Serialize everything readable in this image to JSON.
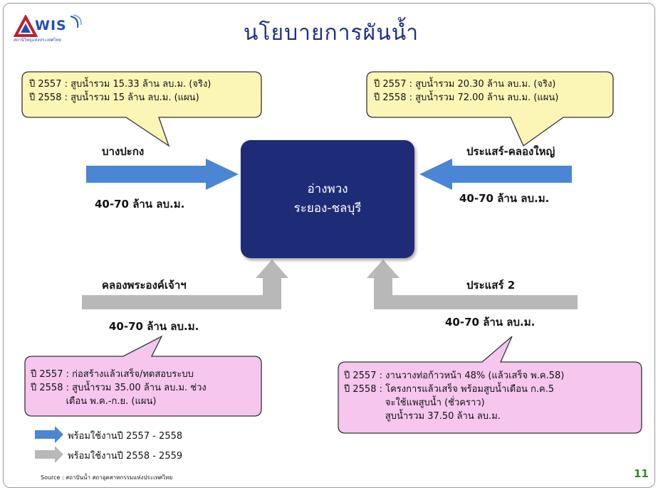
{
  "title": "นโยบายการผันน้ำ",
  "logo": {
    "text": "WIS",
    "subtitle": "สถานีวิทยุแห่งประเทศไทย"
  },
  "center": {
    "line1": "อ่างพวง",
    "line2": "ระยอง-ชลบุรี"
  },
  "sources": [
    {
      "name": "บางปะกง",
      "volume": "40-70 ล้าน ลบ.ม.",
      "status": "blue"
    },
    {
      "name": "ประแสร์-คลองใหญ่",
      "volume": "40-70 ล้าน ลบ.ม.",
      "status": "blue"
    },
    {
      "name": "คลองพระองค์เจ้าฯ",
      "volume": "40-70 ล้าน ลบ.ม.",
      "status": "gray"
    },
    {
      "name": "ประแสร์ 2",
      "volume": "40-70 ล้าน ลบ.ม.",
      "status": "gray"
    }
  ],
  "callouts": {
    "top_left": [
      "ปี 2557 : สูบน้ำรวม 15.33 ล้าน ลบ.ม. (จริง)",
      "ปี 2558 : สูบน้ำรวม 15 ล้าน ลบ.ม. (แผน)"
    ],
    "top_right": [
      "ปี 2557 : สูบน้ำรวม 20.30 ล้าน ลบ.ม. (จริง)",
      "ปี 2558 : สูบน้ำรวม 72.00 ล้าน ลบ.ม. (แผน)"
    ],
    "bottom_left": [
      "ปี 2557 : ก่อสร้างแล้วเสร็จ/ทดสอบระบบ",
      "ปี 2558 : สูบน้ำรวม 35.00 ล้าน ลบ.ม. ช่วง",
      "            เดือน พ.ค.-ก.ย. (แผน)"
    ],
    "bottom_right": [
      "ปี 2557 : งานวางท่อก้าวหน้า 48% (แล้วเสร็จ พ.ค.58)",
      "ปี 2558 : โครงการแล้วเสร็จ พร้อมสูบน้ำเดือน ก.ค.5",
      "              จะใช้แพสูบน้ำ (ชั่วคราว)",
      "              สูบน้ำรวม 37.50 ล้าน ลบ.ม."
    ]
  },
  "legend": [
    {
      "label": "พร้อมใช้งานปี 2557 - 2558",
      "color": "#4a86d4"
    },
    {
      "label": "พร้อมใช้งานปี 2558 - 2559",
      "color": "#b8b8b8"
    }
  ],
  "colors": {
    "title": "#1f2f8a",
    "center_box": "#1e2c78",
    "arrow_blue": "#4a86d4",
    "arrow_gray": "#b8b8b8",
    "callout_yellow": "#fbf6b6",
    "callout_pink": "#f6c6ef",
    "page_number": "#2f8a2a"
  },
  "source": "Source : สถาบันน้ำ สถาอุตสาหกรรมแห่งประเทศไทย",
  "page_number": "11"
}
